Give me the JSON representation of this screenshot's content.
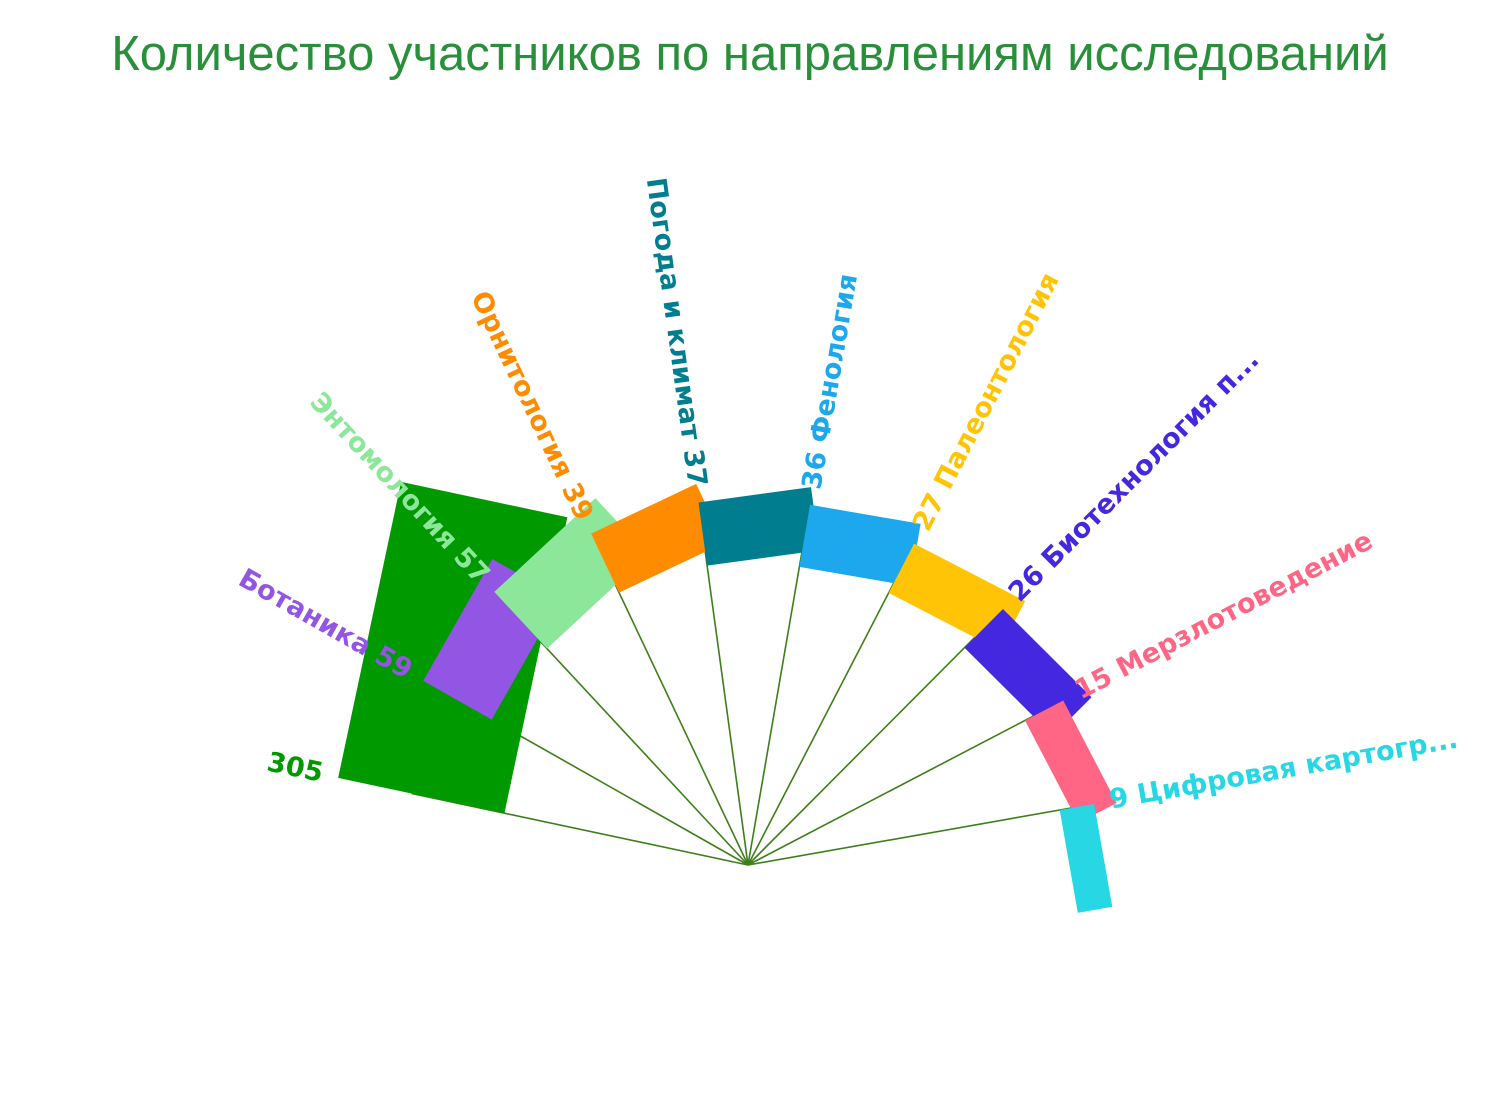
{
  "title": "Количество участников по направлениям исследований",
  "colors": {
    "title": "#2a8f3a",
    "spokes": "#3d7f1a"
  },
  "chart_data": {
    "type": "radial-bar",
    "title": "Количество участников по направлениям исследований",
    "categories": [
      "",
      "Ботаника",
      "Энтомология",
      "Орнитология",
      "Погода и климат",
      "Фенология",
      "Палеонтология",
      "Биотехнология п...",
      "Мерзлотоведение",
      "Цифровая картогр..."
    ],
    "values": [
      305,
      59,
      57,
      39,
      37,
      36,
      27,
      26,
      15,
      9
    ],
    "labels": [
      "305",
      "Ботаника 59",
      "Энтомология 57",
      "Орнитология 39",
      "Погода и климат 37",
      "36 Фенология",
      "27 Палеонтология",
      "26 Биотехнология п...",
      "15 Мерзлотоведение",
      "9 Цифровая картогр..."
    ],
    "colors": [
      "#009900",
      "#9355e3",
      "#8ce79a",
      "#ff8c00",
      "#007e8f",
      "#1da7ec",
      "#ffc406",
      "#4428e0",
      "#ff6584",
      "#27d7e3"
    ]
  }
}
